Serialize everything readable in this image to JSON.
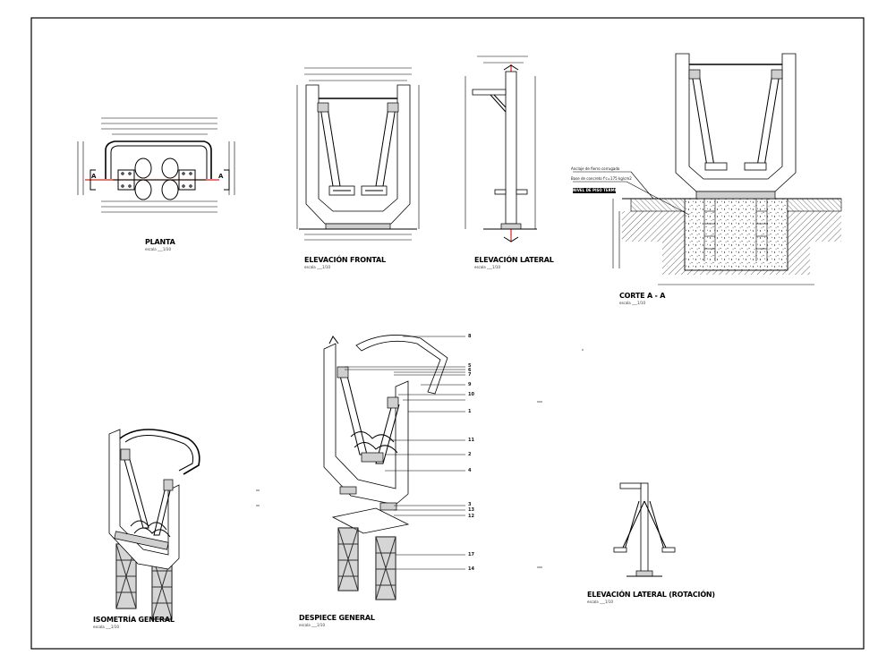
{
  "views": {
    "planta": {
      "title": "PLANTA",
      "scale": "escala ___1/10",
      "section_mark": "A"
    },
    "elev_frontal": {
      "title": "ELEVACIÓN FRONTAL",
      "scale": "escala ___1/10"
    },
    "elev_lateral": {
      "title": "ELEVACIÓN LATERAL",
      "scale": "escala ___1/10"
    },
    "corte": {
      "title": "CORTE A - A",
      "scale": "escala ___1/10",
      "notes": [
        "Anclaje de fierro corrugado",
        "Base de concreto f'c=175 kg/cm2",
        "NIVEL DE PISO TERMINADO"
      ]
    },
    "isometria": {
      "title": "ISOMETRÍA GENERAL",
      "scale": "escala ___1/10"
    },
    "despiece": {
      "title": "DESPIECE GENERAL",
      "scale": "escala ___1/10",
      "callouts": [
        "8",
        "5",
        "6",
        "7",
        "9",
        "10",
        "1",
        "11",
        "2",
        "4",
        "3",
        "13",
        "12",
        "17",
        "14"
      ]
    },
    "elev_lateral_rot": {
      "title": "ELEVACIÓN LATERAL (ROTACIÓN)",
      "scale": "escala ___1/10"
    }
  }
}
